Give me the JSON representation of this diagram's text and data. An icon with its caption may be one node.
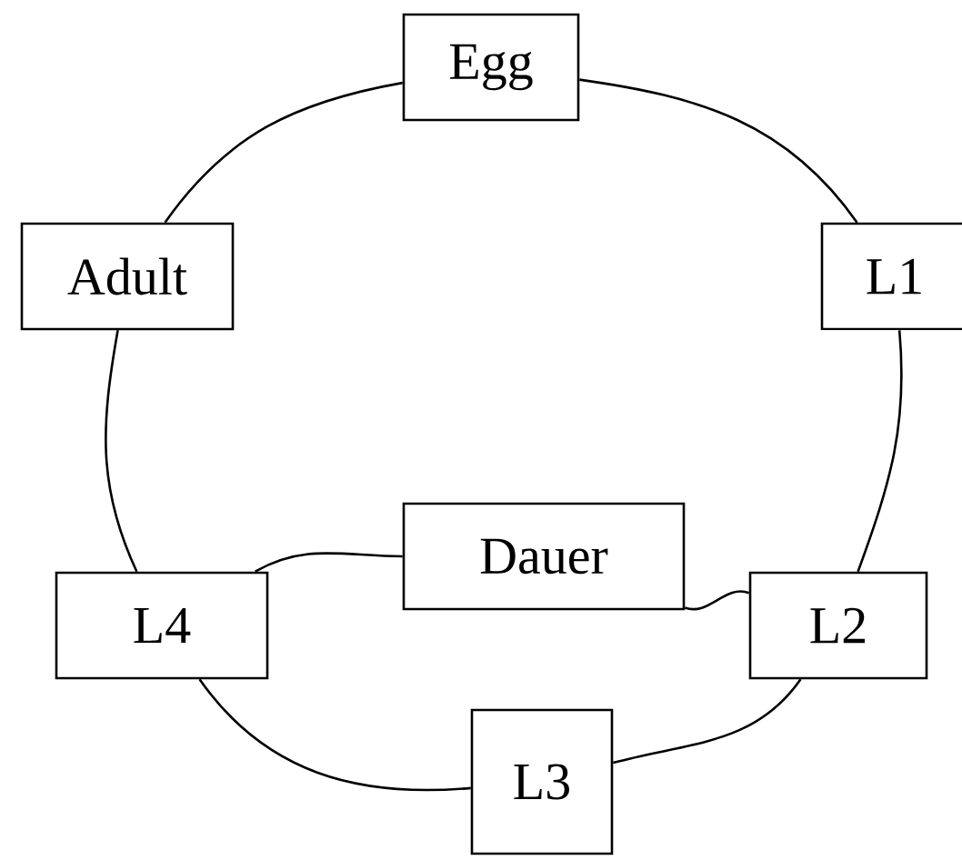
{
  "diagram": {
    "nodes": [
      {
        "text": [
          "Egg"
        ]
      },
      {
        "text": [
          "Adult"
        ]
      },
      {
        "text": [
          "L1"
        ]
      },
      {
        "text": [
          "Dauer"
        ]
      },
      {
        "text": [
          "L4"
        ]
      },
      {
        "text": [
          "L2"
        ]
      },
      {
        "text": [
          "L3"
        ]
      }
    ],
    "edges": [
      {
        "from": 0,
        "to": 2,
        "arrow": "none"
      },
      {
        "from": 2,
        "to": 5,
        "arrow": "none"
      },
      {
        "from": 5,
        "to": 6,
        "arrow": "none"
      },
      {
        "from": 6,
        "to": 4,
        "arrow": "none"
      },
      {
        "from": 4,
        "to": 1,
        "arrow": "none"
      },
      {
        "from": 1,
        "to": 0,
        "arrow": "none"
      },
      {
        "from": 5,
        "to": 3,
        "arrow": "none"
      },
      {
        "from": 3,
        "to": 4,
        "arrow": "none"
      }
    ]
  }
}
